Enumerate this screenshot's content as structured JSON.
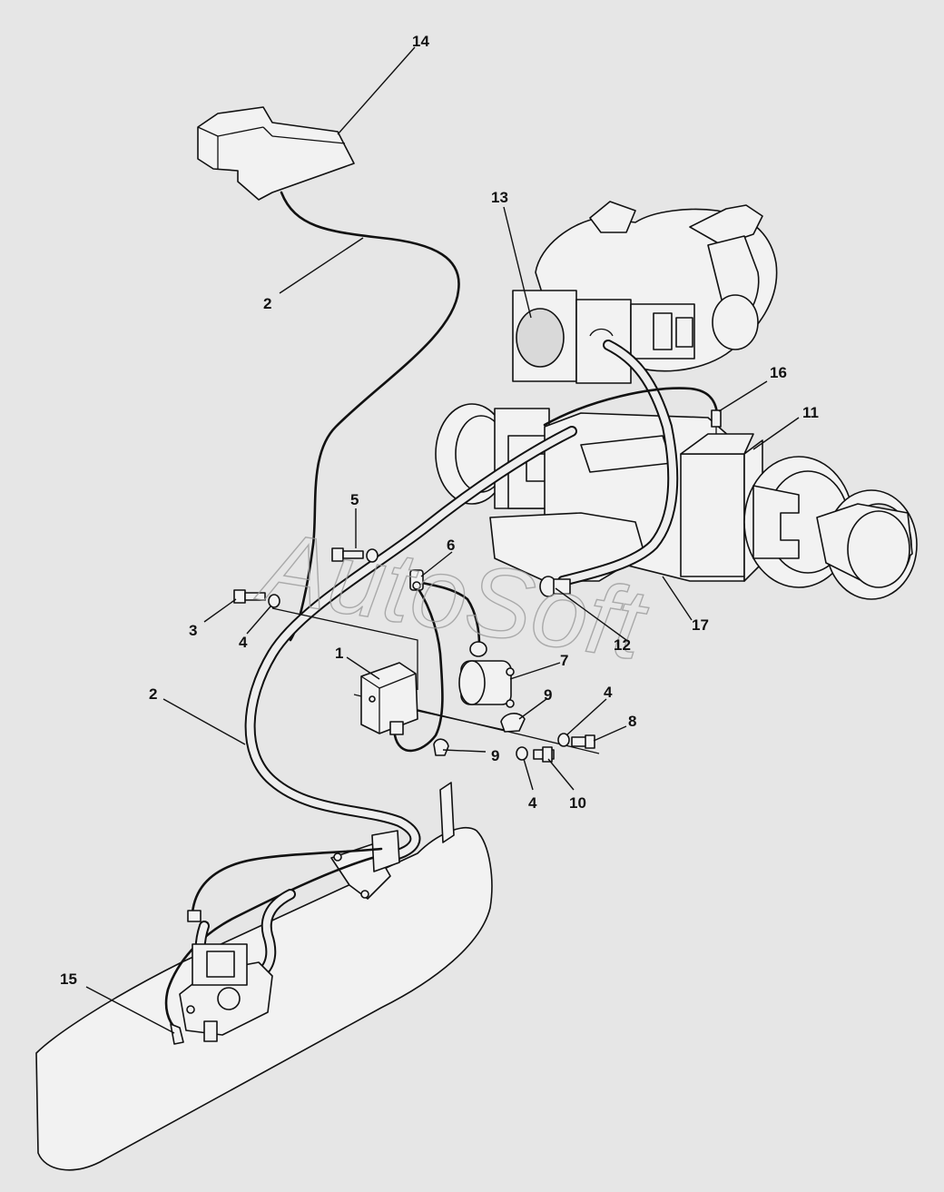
{
  "watermark": "AutoSoft",
  "callouts": [
    {
      "id": "14",
      "label": "14"
    },
    {
      "id": "2a",
      "label": "2"
    },
    {
      "id": "13",
      "label": "13"
    },
    {
      "id": "16",
      "label": "16"
    },
    {
      "id": "11",
      "label": "11"
    },
    {
      "id": "5",
      "label": "5"
    },
    {
      "id": "6",
      "label": "6"
    },
    {
      "id": "3",
      "label": "3"
    },
    {
      "id": "4a",
      "label": "4"
    },
    {
      "id": "1",
      "label": "1"
    },
    {
      "id": "7",
      "label": "7"
    },
    {
      "id": "12",
      "label": "12"
    },
    {
      "id": "17",
      "label": "17"
    },
    {
      "id": "2b",
      "label": "2"
    },
    {
      "id": "9a",
      "label": "9"
    },
    {
      "id": "4b",
      "label": "4"
    },
    {
      "id": "8",
      "label": "8"
    },
    {
      "id": "9b",
      "label": "9"
    },
    {
      "id": "4c",
      "label": "4"
    },
    {
      "id": "10",
      "label": "10"
    },
    {
      "id": "15",
      "label": "15"
    }
  ]
}
